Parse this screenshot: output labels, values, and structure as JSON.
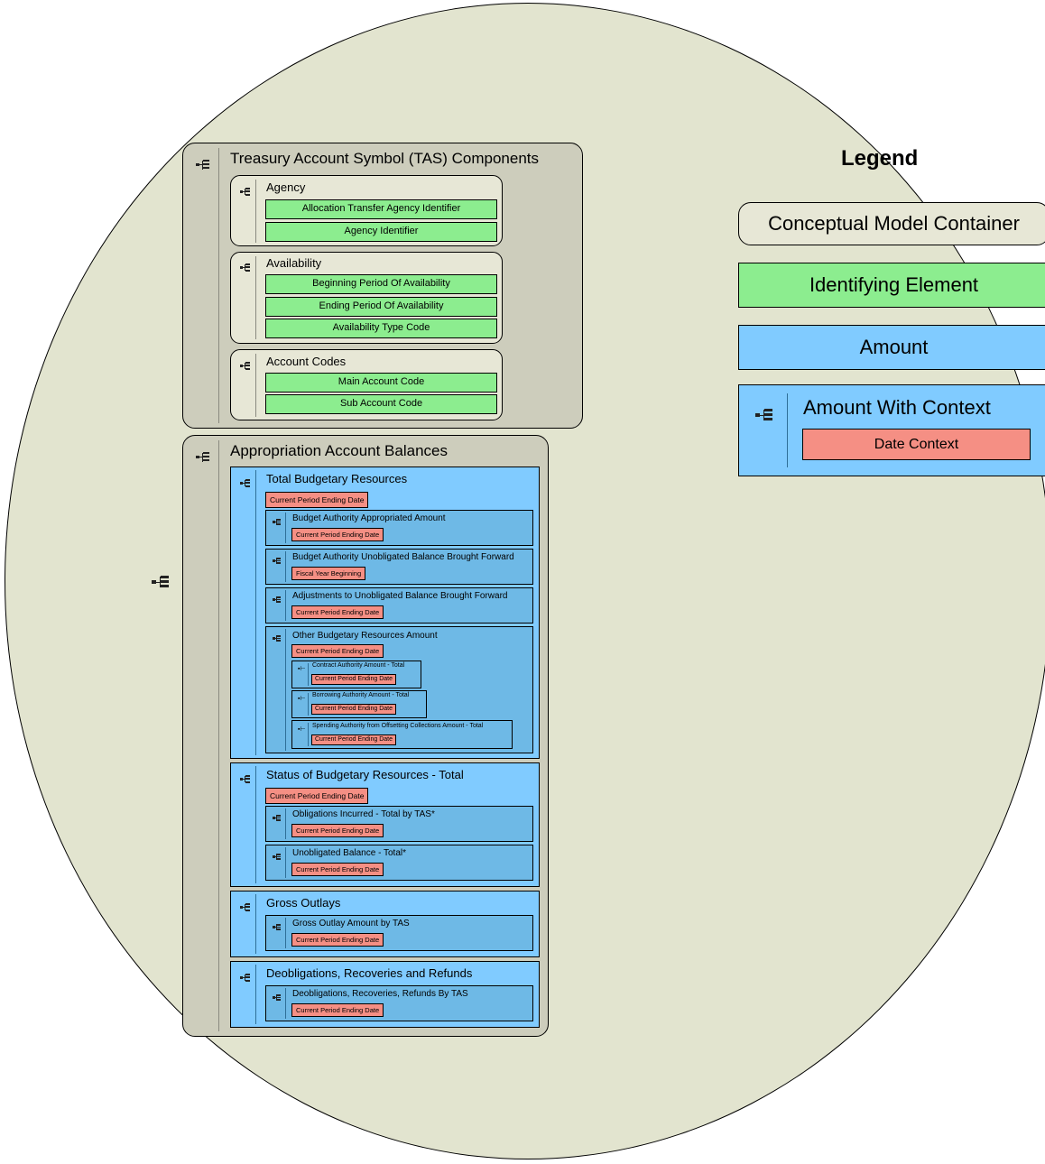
{
  "legend": {
    "title": "Legend",
    "container": "Conceptual Model Container",
    "identifying": "Identifying Element",
    "amount": "Amount",
    "amount_with_context": "Amount With Context",
    "date_context": "Date Context"
  },
  "tas": {
    "title": "Treasury Account Symbol (TAS) Components",
    "agency": {
      "title": "Agency",
      "items": [
        "Allocation Transfer Agency Identifier",
        "Agency Identifier"
      ]
    },
    "availability": {
      "title": "Availability",
      "items": [
        "Beginning Period Of Availability",
        "Ending Period Of Availability",
        "Availability Type Code"
      ]
    },
    "account_codes": {
      "title": "Account Codes",
      "items": [
        "Main Account Code",
        "Sub Account Code"
      ]
    }
  },
  "balances": {
    "title": "Appropriation Account Balances",
    "total_budgetary": {
      "title": "Total Budgetary Resources",
      "context": "Current Period Ending Date",
      "children": [
        {
          "title": "Budget Authority Appropriated Amount",
          "context": "Current Period Ending Date"
        },
        {
          "title": "Budget Authority Unobligated Balance Brought Forward",
          "context": "Fiscal Year Beginning"
        },
        {
          "title": "Adjustments to Unobligated Balance Brought Forward",
          "context": "Current Period Ending Date"
        }
      ],
      "other": {
        "title": "Other Budgetary Resources Amount",
        "context": "Current Period Ending Date",
        "children": [
          {
            "title": "Contract Authority Amount - Total",
            "context": "Current Period Ending Date"
          },
          {
            "title": "Borrowing Authority Amount - Total",
            "context": "Current Period Ending Date"
          },
          {
            "title": "Spending Authority from Offsetting Collections Amount - Total",
            "context": "Current Period Ending Date"
          }
        ]
      }
    },
    "status": {
      "title": "Status of Budgetary Resources - Total",
      "context": "Current Period Ending Date",
      "children": [
        {
          "title": "Obligations Incurred - Total by TAS*",
          "context": "Current Period Ending Date"
        },
        {
          "title": "Unobligated Balance - Total*",
          "context": "Current Period Ending Date"
        }
      ]
    },
    "gross": {
      "title": "Gross Outlays",
      "children": [
        {
          "title": "Gross Outlay Amount by TAS",
          "context": "Current Period Ending Date"
        }
      ]
    },
    "deob": {
      "title": "Deobligations, Recoveries and Refunds",
      "children": [
        {
          "title": "Deobligations, Recoveries, Refunds By TAS",
          "context": "Current Period Ending Date"
        }
      ]
    }
  },
  "colors": {
    "ellipse": "#e2e4cf",
    "container": "#cdcdbc",
    "subcontainer": "#e7e7d6",
    "identifying": "#8ced8f",
    "amount": "#80cbff",
    "amount_nested": "#6eb9e6",
    "date_context": "#f58f84"
  },
  "icons": [
    "hierarchy-icon"
  ]
}
